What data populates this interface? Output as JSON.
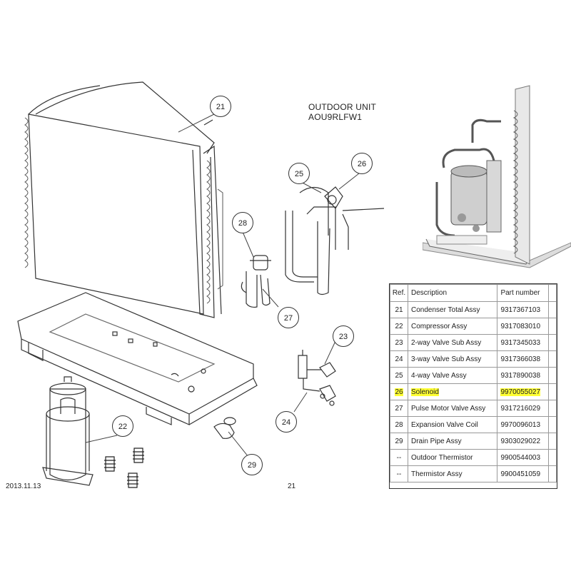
{
  "diagram": {
    "title_line1": "OUTDOOR UNIT",
    "title_line2": "AOU9RLFW1",
    "date": "2013.11.13",
    "page_number": "21",
    "callouts": [
      "21",
      "25",
      "26",
      "28",
      "27",
      "23",
      "24",
      "22",
      "29"
    ]
  },
  "parts_table": {
    "headers": {
      "ref": "Ref.",
      "description": "Description",
      "part_number": "Part number"
    },
    "rows": [
      {
        "ref": "21",
        "description": "Condenser Total Assy",
        "part_number": "9317367103"
      },
      {
        "ref": "22",
        "description": "Compressor Assy",
        "part_number": "9317083010"
      },
      {
        "ref": "23",
        "description": "2-way Valve Sub Assy",
        "part_number": "9317345033"
      },
      {
        "ref": "24",
        "description": "3-way Valve Sub Assy",
        "part_number": "9317366038"
      },
      {
        "ref": "25",
        "description": "4-way Valve Assy",
        "part_number": "9317890038"
      },
      {
        "ref": "26",
        "description": "Solenoid",
        "part_number": "9970055027"
      },
      {
        "ref": "27",
        "description": "Pulse Motor Valve Assy",
        "part_number": "9317216029"
      },
      {
        "ref": "28",
        "description": "Expansion Valve Coil",
        "part_number": "9970096013"
      },
      {
        "ref": "29",
        "description": "Drain Pipe Assy",
        "part_number": "9303029022"
      },
      {
        "ref": "--",
        "description": "Outdoor Thermistor",
        "part_number": "9900544003"
      },
      {
        "ref": "--",
        "description": "Thermistor Assy",
        "part_number": "9900451059"
      }
    ],
    "highlight_color": "#ffff33"
  }
}
